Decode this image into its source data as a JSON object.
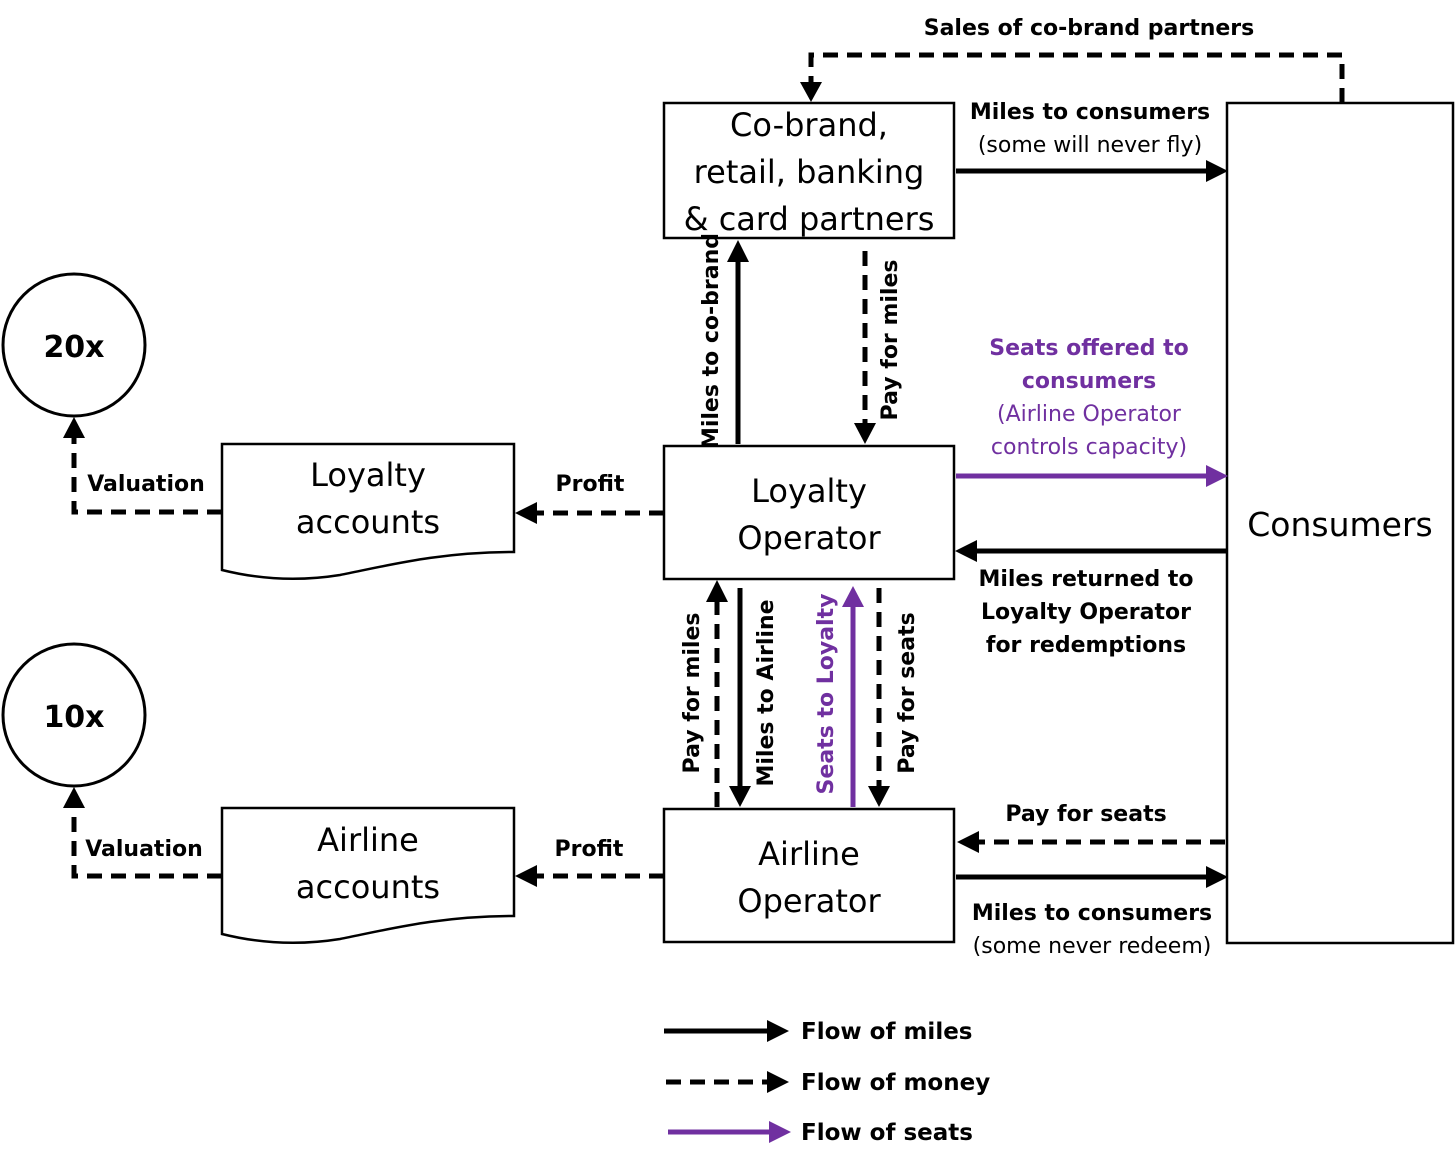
{
  "nodes": {
    "cobrand": [
      "Co-brand,",
      "retail, banking",
      "& card partners"
    ],
    "consumers": "Consumers",
    "loyalty_operator": [
      "Loyalty",
      "Operator"
    ],
    "airline_operator": [
      "Airline",
      "Operator"
    ],
    "loyalty_accounts": [
      "Loyalty",
      "accounts"
    ],
    "airline_accounts": [
      "Airline",
      "accounts"
    ],
    "valuation_20": "20x",
    "valuation_10": "10x"
  },
  "edges": {
    "sales_cobrand": "Sales of co-brand partners",
    "miles_to_consumers_top": "Miles to consumers",
    "miles_to_consumers_top_note": "(some will never fly)",
    "miles_to_cobrand": "Miles to co-brand",
    "pay_for_miles_top": "Pay for miles",
    "seats_offered": [
      "Seats offered to",
      "consumers"
    ],
    "seats_offered_note": [
      "(Airline Operator",
      "controls capacity)"
    ],
    "miles_returned": [
      "Miles returned to",
      "Loyalty Operator",
      "for redemptions"
    ],
    "valuation_top": "Valuation",
    "profit_top": "Profit",
    "pay_for_miles_mid": "Pay for miles",
    "miles_to_airline": "Miles to Airline",
    "seats_to_loyalty": "Seats to Loyalty",
    "pay_for_seats_mid": "Pay for seats",
    "pay_for_seats_bottom": "Pay for seats",
    "miles_to_consumers_bottom": "Miles to consumers",
    "miles_to_consumers_bottom_note": "(some never redeem)",
    "valuation_bottom": "Valuation",
    "profit_bottom": "Profit"
  },
  "legend": {
    "miles": "Flow of miles",
    "money": "Flow of money",
    "seats": "Flow of seats"
  },
  "colors": {
    "miles": "#000000",
    "money": "#000000",
    "seats": "#7030a0"
  }
}
